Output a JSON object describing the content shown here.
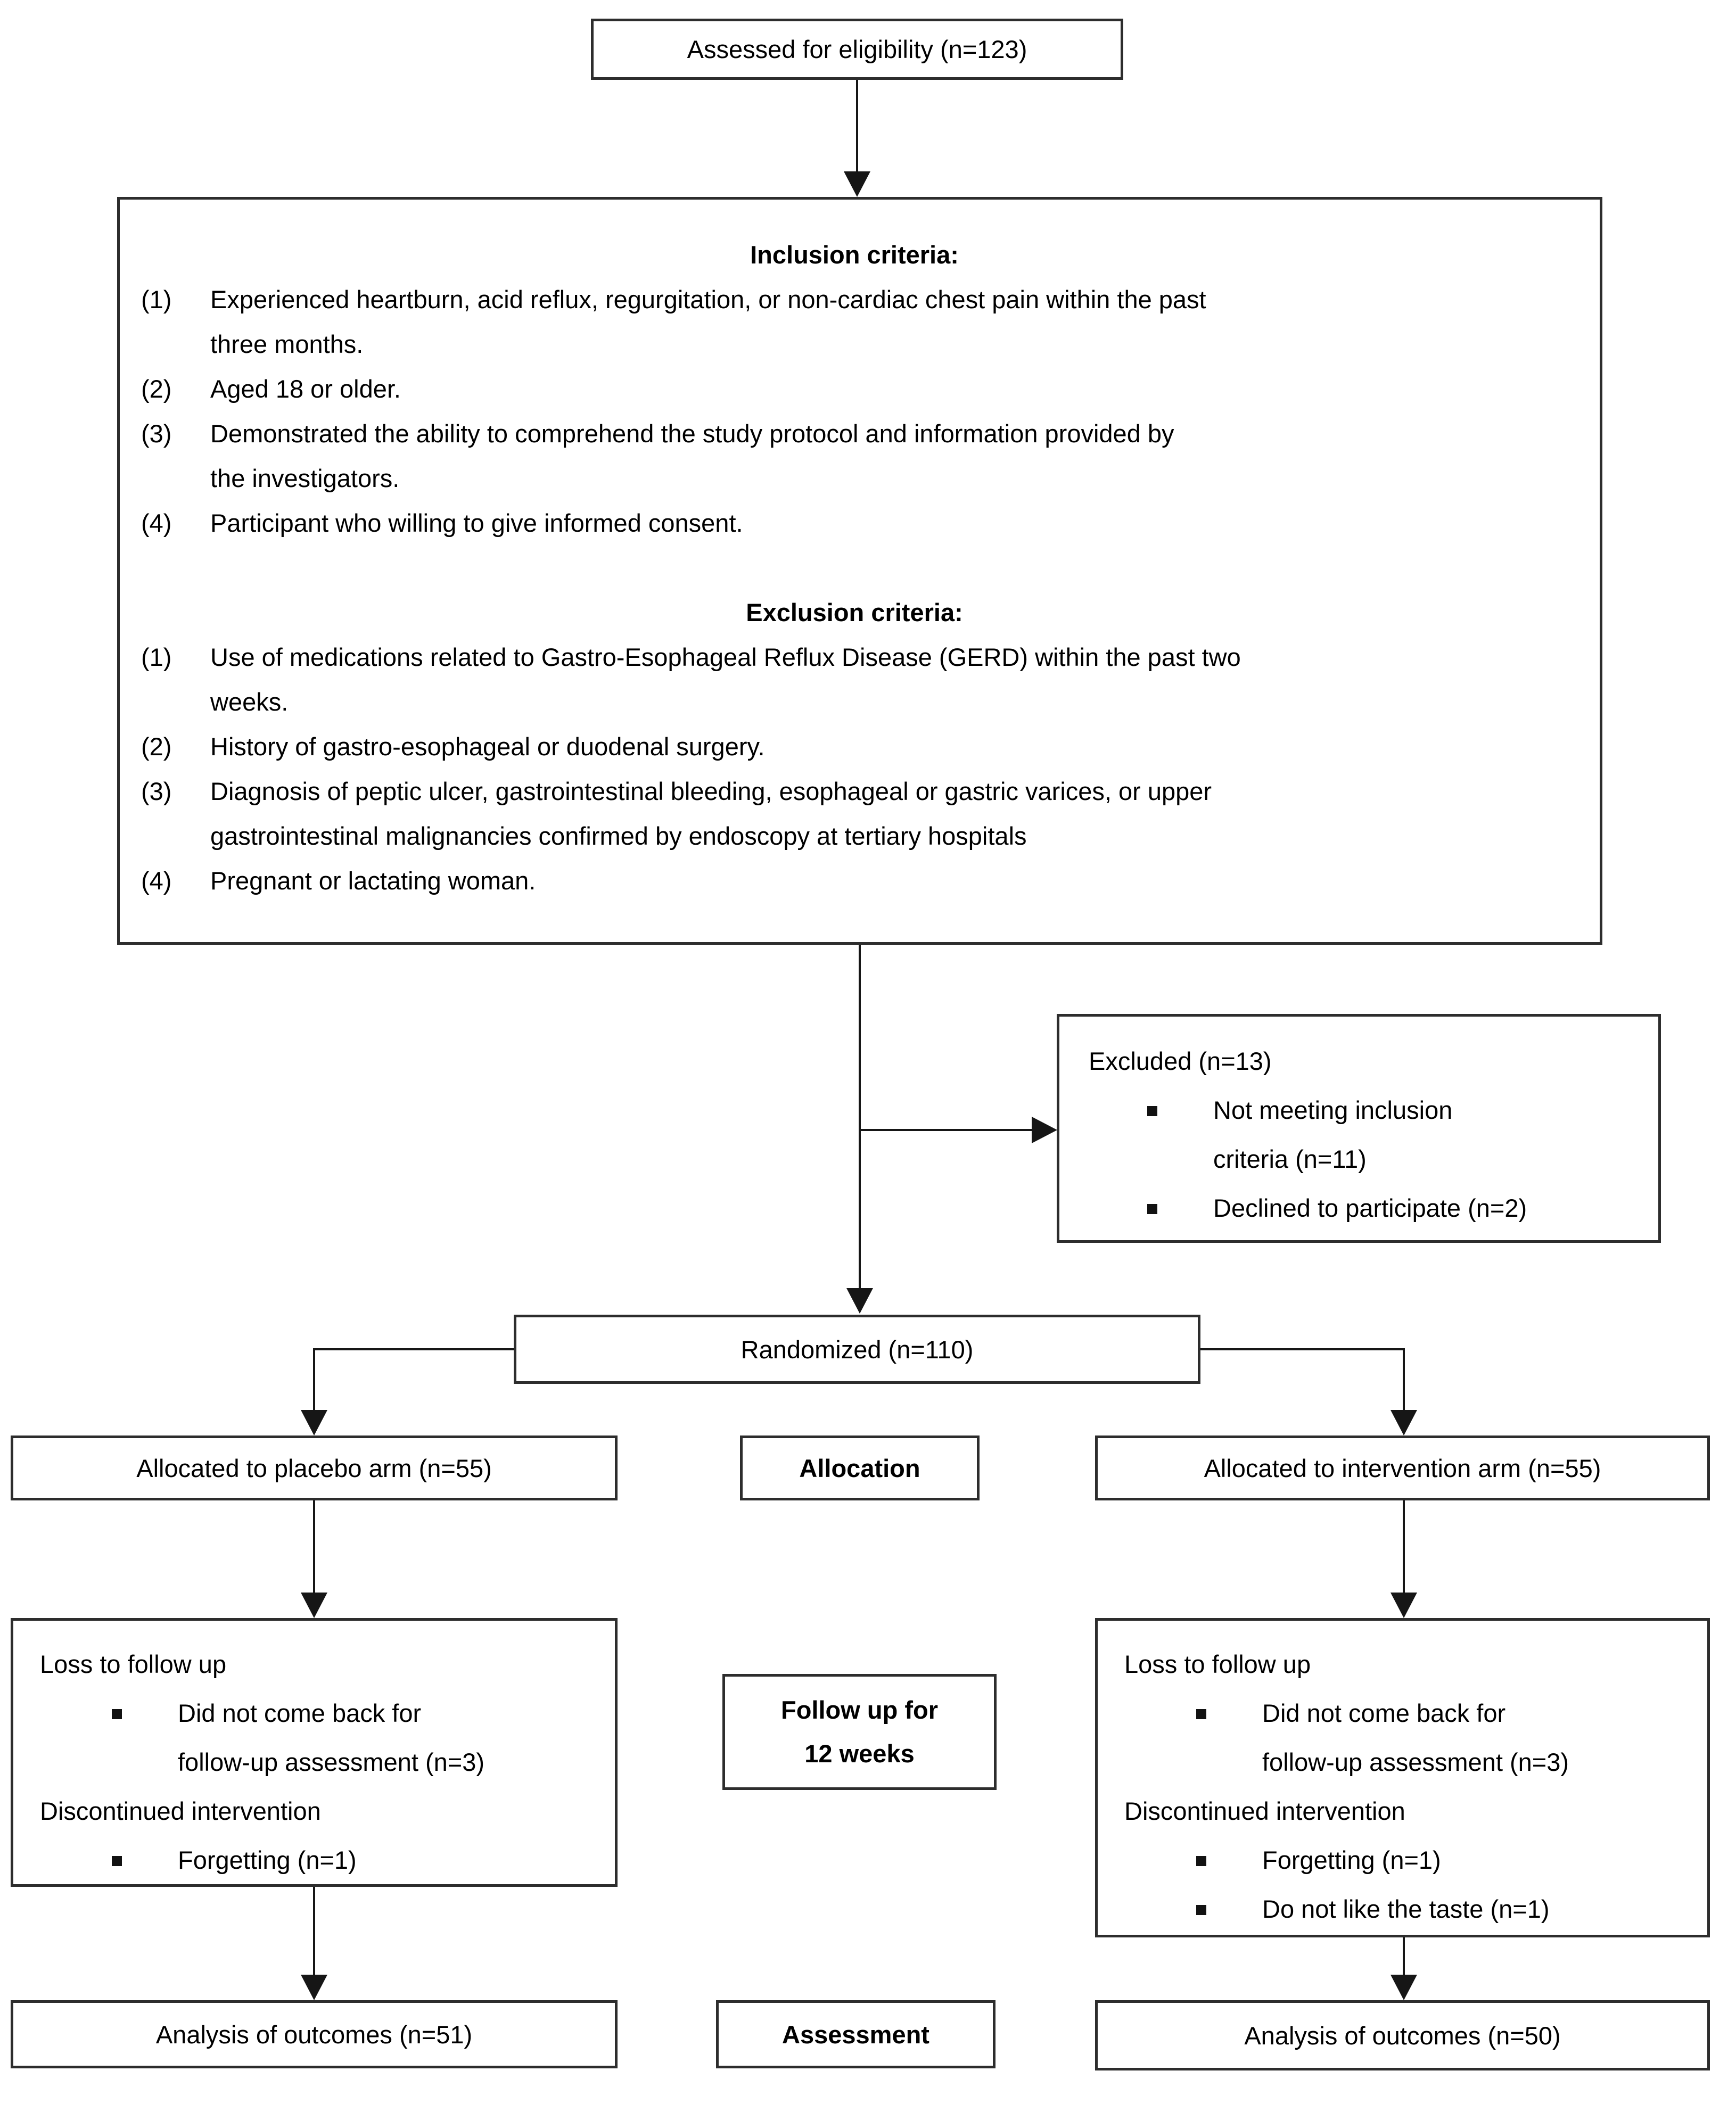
{
  "colors": {
    "background": "#ffffff",
    "box_border": "#2d2d2d",
    "line": "#161616",
    "text": "#000000"
  },
  "eligibility": {
    "label": "Assessed for eligibility (n=123)"
  },
  "criteria": {
    "inclusion_title": "Inclusion criteria:",
    "inclusion_items": [
      {
        "num": "(1)",
        "lines": [
          "Experienced heartburn, acid reflux, regurgitation, or non-cardiac chest pain within the past",
          "three months."
        ]
      },
      {
        "num": "(2)",
        "lines": [
          "Aged 18 or older."
        ]
      },
      {
        "num": "(3)",
        "lines": [
          "Demonstrated the ability to comprehend the study protocol and information provided by",
          "the investigators."
        ]
      },
      {
        "num": "(4)",
        "lines": [
          "Participant who willing to give informed consent."
        ]
      }
    ],
    "exclusion_title": "Exclusion criteria:",
    "exclusion_items": [
      {
        "num": "(1)",
        "lines": [
          "Use of medications related to Gastro-Esophageal Reflux Disease (GERD) within the past two",
          "weeks."
        ]
      },
      {
        "num": "(2)",
        "lines": [
          "History of gastro-esophageal or duodenal surgery."
        ]
      },
      {
        "num": "(3)",
        "lines": [
          "Diagnosis of peptic ulcer, gastrointestinal bleeding, esophageal or gastric varices, or upper",
          "gastrointestinal malignancies confirmed by endoscopy at tertiary hospitals"
        ]
      },
      {
        "num": "(4)",
        "lines": [
          "Pregnant or lactating woman."
        ]
      }
    ]
  },
  "excluded": {
    "title": "Excluded (n=13)",
    "bullets": [
      {
        "lines": [
          "Not meeting inclusion",
          "criteria (n=11)"
        ]
      },
      {
        "lines": [
          "Declined to participate (n=2)"
        ]
      }
    ]
  },
  "randomized": {
    "label": "Randomized (n=110)"
  },
  "allocation": {
    "left": "Allocated to placebo arm (n=55)",
    "stage": "Allocation",
    "right": "Allocated to intervention arm (n=55)"
  },
  "followup": {
    "stage_lines": [
      "Follow up for",
      "12 weeks"
    ],
    "left": {
      "heading1": "Loss to follow up",
      "bullets1": [
        {
          "lines": [
            "Did not come back for",
            "follow-up assessment (n=3)"
          ]
        }
      ],
      "heading2": "Discontinued intervention",
      "bullets2": [
        {
          "lines": [
            "Forgetting (n=1)"
          ]
        }
      ]
    },
    "right": {
      "heading1": "Loss to follow up",
      "bullets1": [
        {
          "lines": [
            "Did not come back for",
            "follow-up assessment (n=3)"
          ]
        }
      ],
      "heading2": "Discontinued intervention",
      "bullets2": [
        {
          "lines": [
            "Forgetting (n=1)"
          ]
        },
        {
          "lines": [
            "Do not like the taste (n=1)"
          ]
        }
      ]
    }
  },
  "analysis": {
    "left": "Analysis of outcomes (n=51)",
    "stage": "Assessment",
    "right": "Analysis of outcomes (n=50)"
  }
}
